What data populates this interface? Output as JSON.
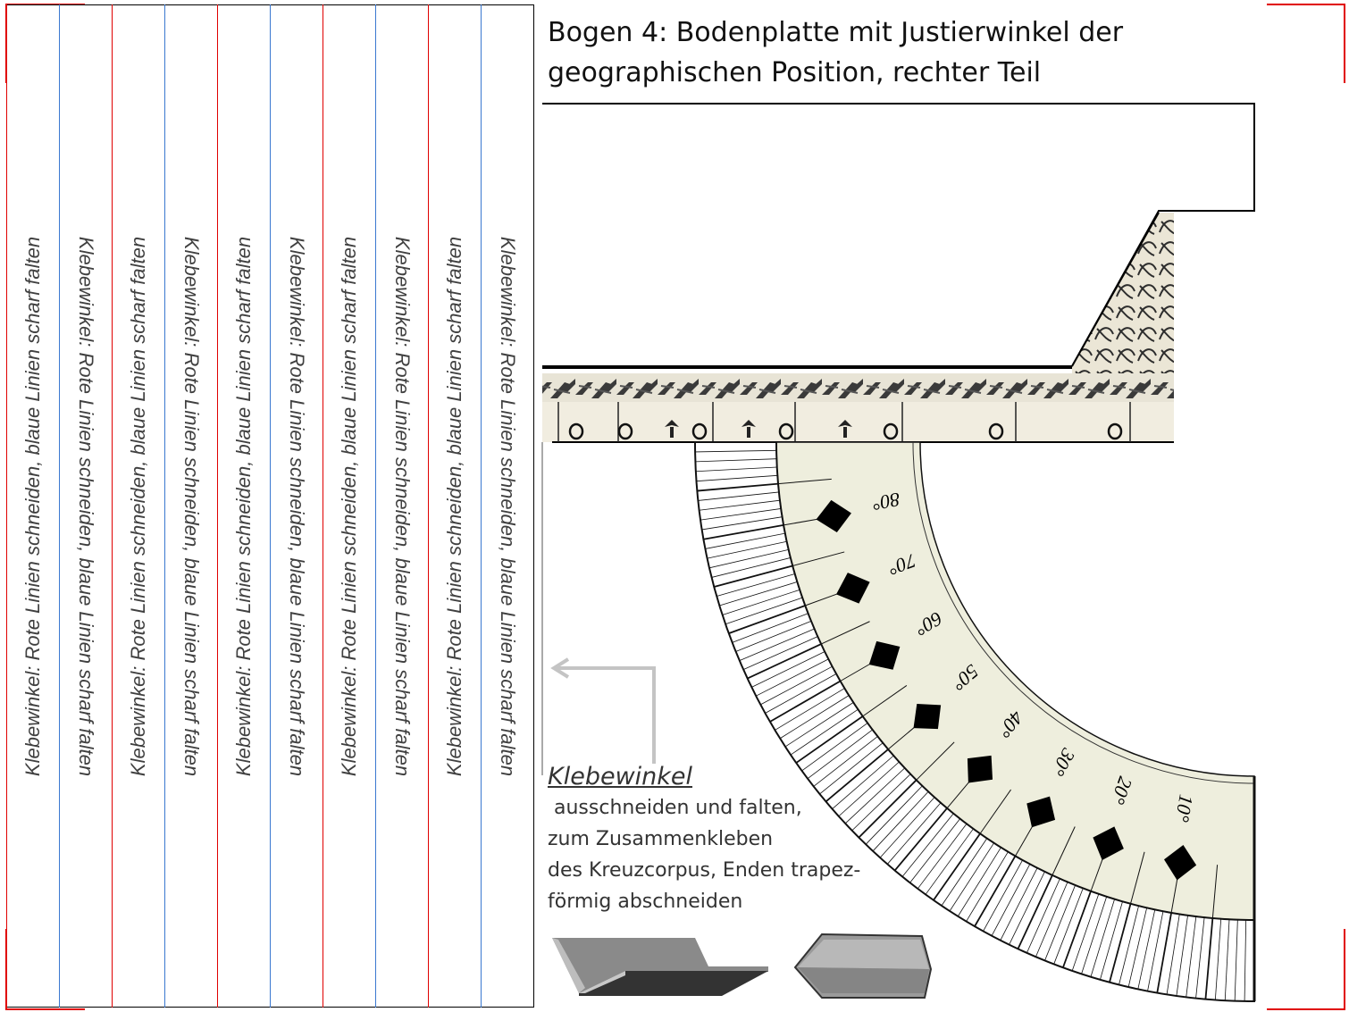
{
  "title": {
    "line1": "Bogen 4: Bodenplatte mit Justierwinkel der",
    "line2": "geographischen Position, rechter Teil"
  },
  "strips": [
    {
      "text": "Klebewinkel: Rote Linien schneiden, blaue Linien scharf falten"
    },
    {
      "text": "Klebewinkel: Rote Linien schneiden, blaue Linien scharf falten"
    },
    {
      "text": "Klebewinkel: Rote Linien schneiden, blaue Linien scharf falten"
    },
    {
      "text": "Klebewinkel: Rote Linien schneiden, blaue Linien scharf falten"
    },
    {
      "text": "Klebewinkel: Rote Linien schneiden, blaue Linien scharf falten"
    },
    {
      "text": "Klebewinkel: Rote Linien schneiden, blaue Linien scharf falten"
    },
    {
      "text": "Klebewinkel: Rote Linien schneiden, blaue Linien scharf falten"
    },
    {
      "text": "Klebewinkel: Rote Linien schneiden, blaue Linien scharf falten"
    },
    {
      "text": "Klebewinkel: Rote Linien schneiden, blaue Linien scharf falten"
    },
    {
      "text": "Klebewinkel: Rote Linien schneiden, blaue Linien scharf falten"
    }
  ],
  "note": {
    "heading": "Klebewinkel",
    "line1": " ausschneiden und falten,",
    "line2": "zum Zusammenkleben",
    "line3": "des Kreuzcorpus, Enden trapez-",
    "line4": "förmig abschneiden"
  },
  "scale": {
    "labels": [
      "10°",
      "20°",
      "30°",
      "40°",
      "50°",
      "60°",
      "70°",
      "80°"
    ],
    "range_degrees": [
      0,
      90
    ]
  },
  "colors": {
    "cut_line": "#e00000",
    "fold_line": "#3a78d0",
    "parchment": "#eeeedd",
    "text": "#404040"
  }
}
